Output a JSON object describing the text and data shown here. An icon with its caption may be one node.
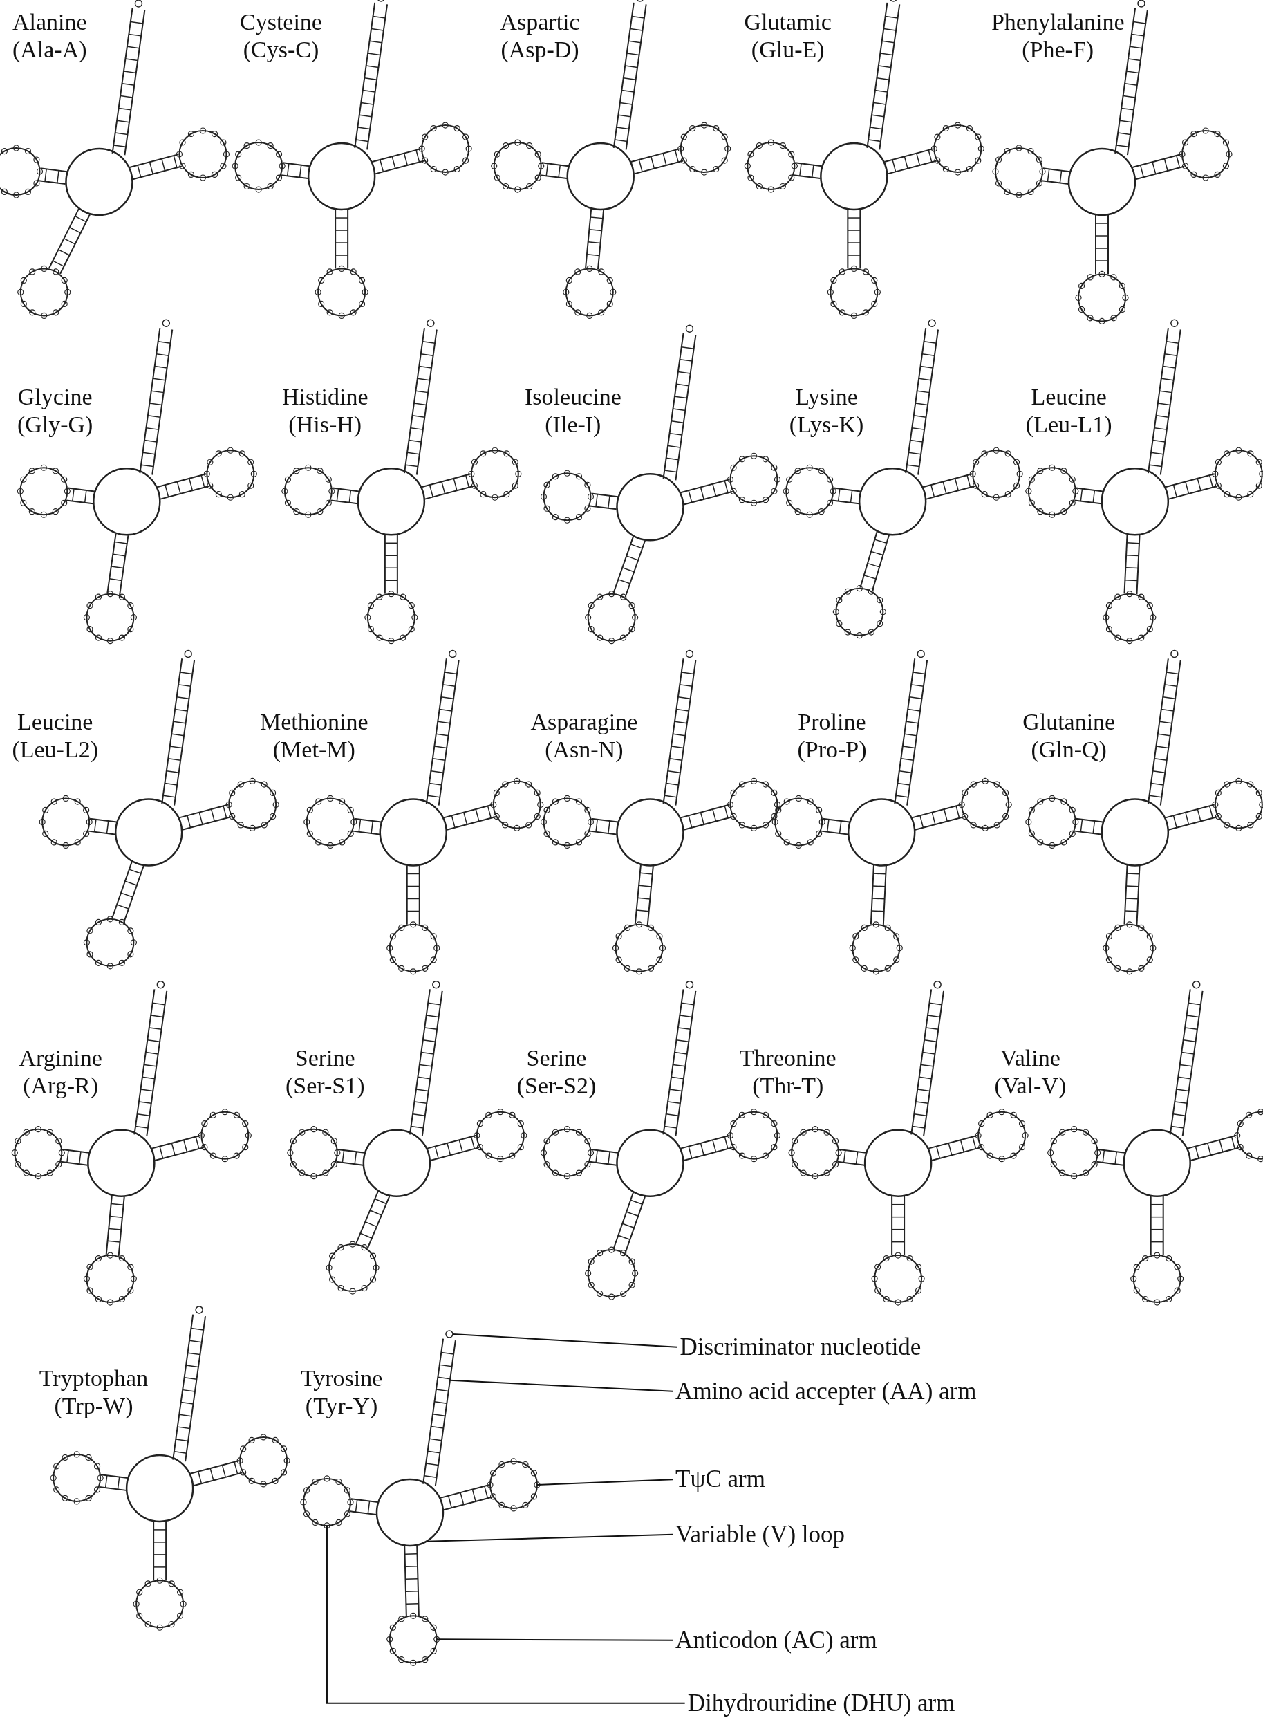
{
  "diagram": {
    "nodes": [
      {
        "text": [
          "Discriminator nucleotide"
        ]
      },
      {
        "text": [
          "Amino acid accepter (AA) arm"
        ]
      },
      {
        "text": [
          "TψC arm"
        ]
      },
      {
        "text": [
          "Variable (V) loop"
        ]
      },
      {
        "text": [
          "Anticodon (AC) arm"
        ]
      },
      {
        "text": [
          "Dihydrouridine (DHU) arm"
        ]
      },
      {
        "text": [],
        "shape": "circle"
      },
      {
        "text": [],
        "shape": "bar"
      },
      {
        "text": [],
        "shape": "circle"
      },
      {
        "text": [],
        "shape": "circle"
      },
      {
        "text": [],
        "shape": "circle"
      },
      {
        "text": [],
        "shape": "circle"
      }
    ],
    "edges": [
      {
        "from": 0,
        "to": 6,
        "arrow": "none"
      },
      {
        "from": 1,
        "to": 7,
        "arrow": "none"
      },
      {
        "from": 2,
        "to": 8,
        "arrow": "none"
      },
      {
        "from": 3,
        "to": 9,
        "arrow": "none"
      },
      {
        "from": 4,
        "to": 10,
        "arrow": "none"
      },
      {
        "from": 5,
        "to": 11,
        "arrow": "none"
      }
    ],
    "labels": [
      "Alanine (Ala-A)",
      "Cysteine (Cys-C)",
      "Aspartic (Asp-D)",
      "Glutamic (Glu-E)",
      "Phenylalanine (Phe-F)",
      "Glycine (Gly-G)",
      "Histidine (His-H)",
      "Isoleucine (Ile-I)",
      "Lysine (Lys-K)",
      "Leucine (Leu-L1)",
      "Leucine (Leu-L2)",
      "Methionine (Met-M)",
      "Asparagine (Asn-N)",
      "Proline (Pro-P)",
      "Glutanine (Gln-Q)",
      "Arginine (Arg-R)",
      "Serine (Ser-S1)",
      "Serine (Ser-S2)",
      "Threonine (Thr-T)",
      "Valine (Val-V)",
      "Tryptophan (Trp-W)",
      "Tyrosine (Tyr-Y)"
    ]
  }
}
